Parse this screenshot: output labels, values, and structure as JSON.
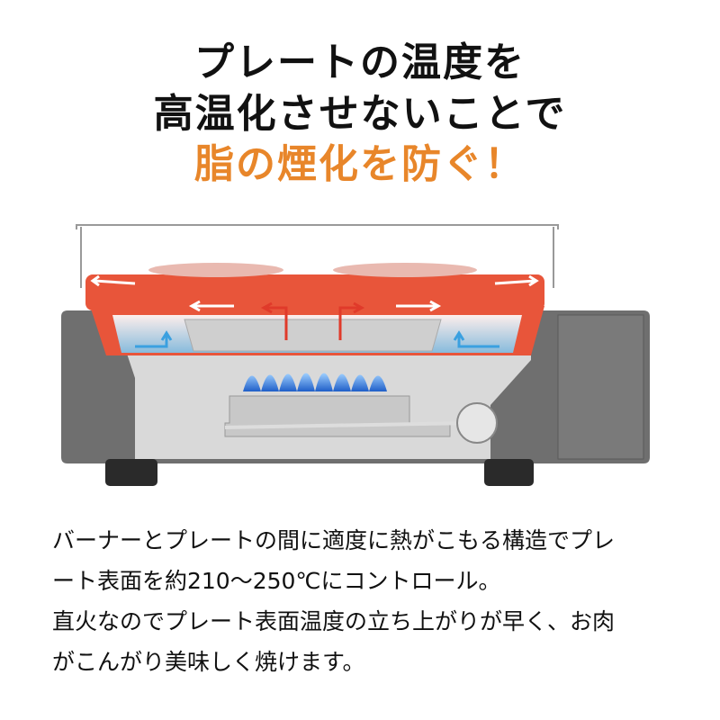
{
  "headline": {
    "line1": "プレートの温度を",
    "line2": "高温化させないことで",
    "line3": "脂の煙化を防ぐ！"
  },
  "colors": {
    "accent": "#e8862a",
    "plate": "#e8553a",
    "body": "#6f6f6f",
    "flame": "#2f7fd8",
    "heat_arrow": "#e03a2a",
    "cool_arrow": "#5ab4e8"
  },
  "description": {
    "lines": [
      "バーナーとプレートの間に適度に熱がこもる構造でプレ",
      "ート表面を約210〜250℃にコントロール。",
      "直火なのでプレート表面温度の立ち上がりが早く、お肉",
      "がこんがり美味しく焼けます。"
    ]
  }
}
